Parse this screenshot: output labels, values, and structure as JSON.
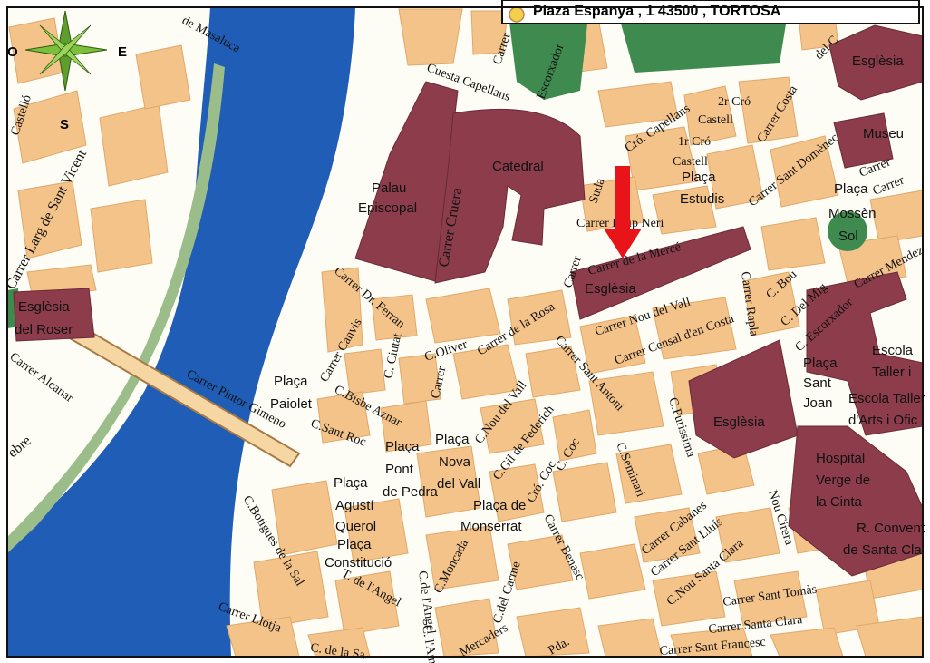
{
  "header": {
    "address": "Plaza Espanya , 1 43500 , TORTOSA"
  },
  "compass": {
    "east": "E",
    "south": "S",
    "west": "O"
  },
  "colors": {
    "river": "#1f5db6",
    "street": "#fdfdf6",
    "block": "#f4c389",
    "landmark": "#8c3c4a",
    "park": "#3f8a4f",
    "riverbank": "#9bbd8a",
    "marker": "#e8141a",
    "border": "#111111"
  },
  "marker": {
    "name": "location-marker"
  },
  "landmarks": [
    "Catedral",
    "Palau",
    "Episcopal",
    "Esglèsia",
    "Museu",
    "Esglèsia",
    "Esglèsia",
    "Escola",
    "Taller i",
    "Escola Taller",
    "d'Arts i Ofic",
    "Hospital",
    "Verge de",
    "la Cinta",
    "R. Convent",
    "de Santa Cla",
    "Esglèsia",
    "del Roser"
  ],
  "squares": [
    "Plaça",
    "Estudis",
    "Plaça",
    "Mossèn",
    "Sol",
    "Plaça",
    "Paiolet",
    "Plaça",
    "Pont",
    "de Pedra",
    "Plaça",
    "Agustí",
    "Querol",
    "Plaça",
    "Constitució",
    "Plaça",
    "Nova",
    "del Vall",
    "Plaça de",
    "Monserrat",
    "Plaça",
    "Sant",
    "Joan"
  ],
  "streets": [
    "de Masaluca",
    "Castelló",
    "Carrer Larg de Sant Vicent",
    "Cuesta Capellans",
    "Carrer",
    "Escorxador",
    "Carrer Cruera",
    "Suda",
    "Cró. Capellans",
    "2r Cró",
    "Castell",
    "1r Cró",
    "Castell",
    "Carrer Costa",
    "Carrer Sant Domènec",
    "del C",
    "Carrer",
    "Carrer",
    "Carrer Felip Neri",
    "Carrer de la Mercé",
    "Carrer",
    "Carrer Dr. Ferran",
    "Carrer Nou del Vall",
    "Carrer Censal d'en Costa",
    "Carrer de la Rosa",
    "C.Oliver",
    "C. Ciutat",
    "Carrer Canvis",
    "C.Bisbe Aznar",
    "Carrer Sant Antoni",
    "C.Nou del Vall",
    "Carrer",
    "C.Gil de Federich",
    "C.Purissima",
    "Carrer Pintor Gimeno",
    "C.Sant Roc",
    "Cró. Coc",
    "C. Coc",
    "C.Seminari",
    "C.Botigues de la Sal",
    "T. de l'Angel",
    "C.de l'Angel",
    "C.Moncada",
    "C.del Carme",
    "Carrer Benasc",
    "Carrer Cabanes",
    "Carrer Sant Lluís",
    "C.Nou Santa Clara",
    "Nou Cirera",
    "Carrer Sant Tomàs",
    "Carrer Santa Clara",
    "Carrer Sant Francesc",
    "Carrer Llotja",
    "C. de la Sa",
    "C. l'Am",
    "Mercaders",
    "Pda.",
    "Carrer Alcanar",
    "ebre",
    "Carrer Rapla",
    "C. Bou",
    "C. Del Mig",
    "C. Escorxador",
    "Carrer Mendez"
  ]
}
